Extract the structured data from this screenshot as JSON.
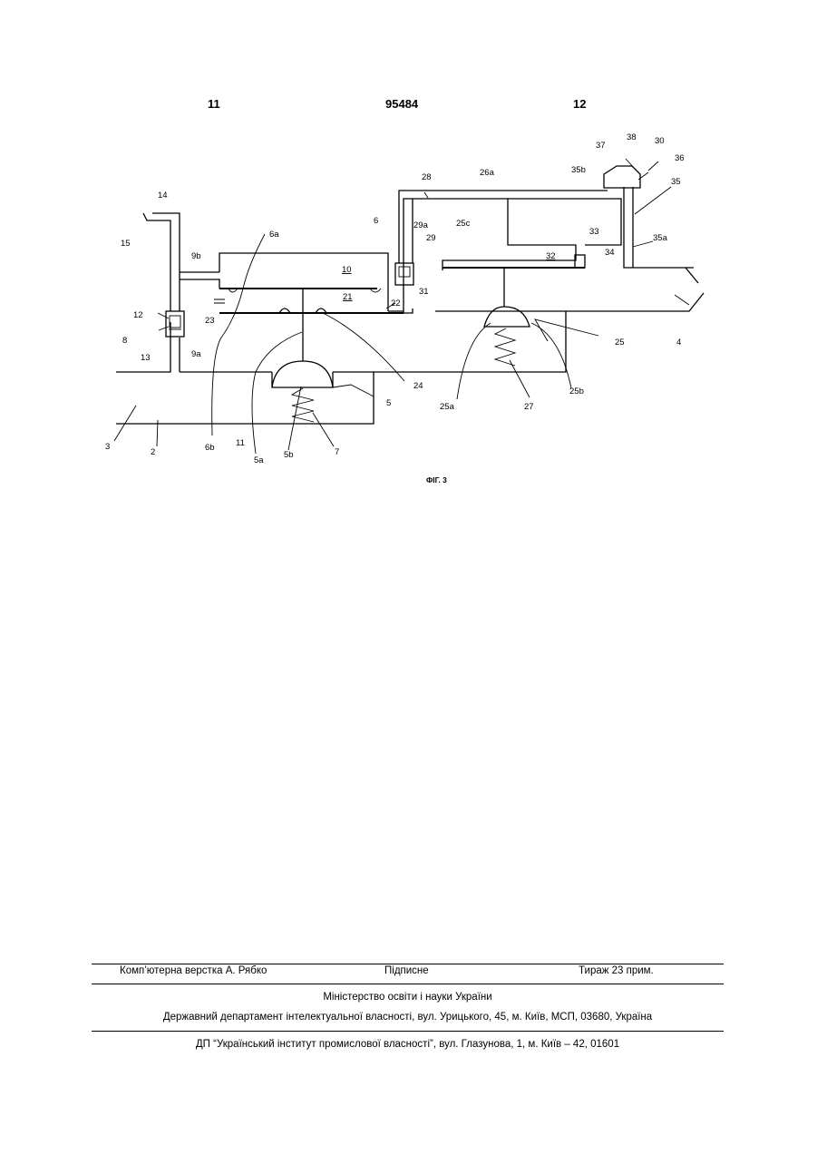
{
  "header": {
    "left_page": "11",
    "patent_number": "95484",
    "right_page": "12"
  },
  "figure": {
    "caption": "ФІГ. 3",
    "labels": {
      "l2": "2",
      "l3": "3",
      "l4": "4",
      "l5": "5",
      "l5a": "5a",
      "l5b": "5b",
      "l6": "6",
      "l6a": "6a",
      "l6b": "6b",
      "l7": "7",
      "l8": "8",
      "l9a": "9a",
      "l9b": "9b",
      "l10": "10",
      "l11": "11",
      "l12": "12",
      "l13": "13",
      "l14": "14",
      "l15": "15",
      "l21": "21",
      "l22": "22",
      "l23": "23",
      "l24": "24",
      "l25": "25",
      "l25a": "25a",
      "l25b": "25b",
      "l25c": "25c",
      "l26a": "26a",
      "l27": "27",
      "l28": "28",
      "l29": "29",
      "l29a": "29a",
      "l30": "30",
      "l31": "31",
      "l32": "32",
      "l33": "33",
      "l34": "34",
      "l35": "35",
      "l35a": "35a",
      "l35b": "35b",
      "l36": "36",
      "l37": "37",
      "l38": "38"
    }
  },
  "footer": {
    "typesetting": "Комп’ютерна верстка А. Рябко",
    "signed": "Підписне",
    "circulation": "Тираж 23 прим.",
    "ministry": "Міністерство освіти і науки України",
    "department": "Державний департамент інтелектуальної власності, вул. Урицького, 45, м. Київ, МСП, 03680, Україна",
    "institute": "ДП “Український інститут промислової власності”, вул. Глазунова, 1, м. Київ – 42, 01601"
  }
}
